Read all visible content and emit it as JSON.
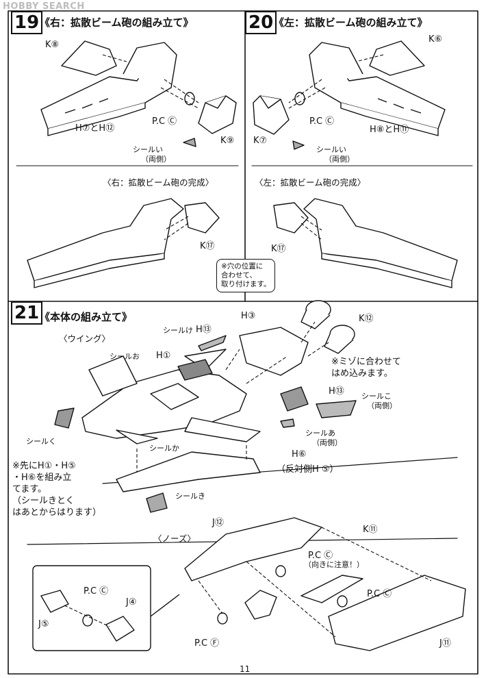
{
  "watermark": "HOBBY SEARCH",
  "step19": {
    "number": "19",
    "title": "《右：拡散ビーム砲の組み立て》",
    "parts": {
      "k8": "K⑧",
      "pc": "P.C Ⓒ",
      "h7h12": "H⑦とH⑫",
      "k9": "K⑨",
      "seal": "シールい",
      "both": "（両側）"
    },
    "complete_title": "〈右：拡散ビーム砲の完成〉",
    "complete_part": "K⑰"
  },
  "step20": {
    "number": "20",
    "title": "《左：拡散ビーム砲の組み立て》",
    "parts": {
      "k6": "K⑥",
      "pc": "P.C Ⓒ",
      "k7": "K⑦",
      "h8h11": "H⑧とH⑪",
      "seal": "シールい",
      "both": "（両側）"
    },
    "complete_title": "〈左：拡散ビーム砲の完成〉",
    "complete_part": "K⑰"
  },
  "hole_note": [
    "※穴の位置に",
    "合わせて、",
    "取り付けます。"
  ],
  "step21": {
    "number": "21",
    "title": "《本体の組み立て》",
    "wing_label": "〈ウイング〉",
    "parts": {
      "seal_ke": "シールけ",
      "h13_top": "H⑬",
      "h3": "H③",
      "k12": "K⑫",
      "seal_o": "シールお",
      "h1": "H①",
      "groove_note": [
        "※ミゾに合わせて",
        "はめ込みます。"
      ],
      "h13_mid": "H⑬",
      "seal_ko": "シールこ",
      "seal_ko_both": "（両側）",
      "seal_ku": "シールく",
      "seal_ka": "シールか",
      "seal_a": "シールあ",
      "seal_a_both": "（両側）",
      "h6": "H⑥",
      "h6_opp": "（反対側H ⑤）",
      "seal_ki": "シールき"
    },
    "pre_note": [
      "※先にH①・H⑤",
      "・H⑥を組み立",
      "てます。",
      "（シールきとく",
      "はあとからはります）"
    ],
    "nose_label": "〈ノーズ〉",
    "nose_parts": {
      "j12": "J⑫",
      "k11": "K⑪",
      "pc_c_top": "P.C Ⓒ",
      "caution": "（向きに注意！）",
      "pc_c_right": "P.C Ⓒ",
      "pc_f": "P.C Ⓕ",
      "j11": "J⑪",
      "inset_pc": "P.C Ⓒ",
      "inset_j4": "J④",
      "inset_j5": "J⑤"
    }
  },
  "page_number": "11"
}
